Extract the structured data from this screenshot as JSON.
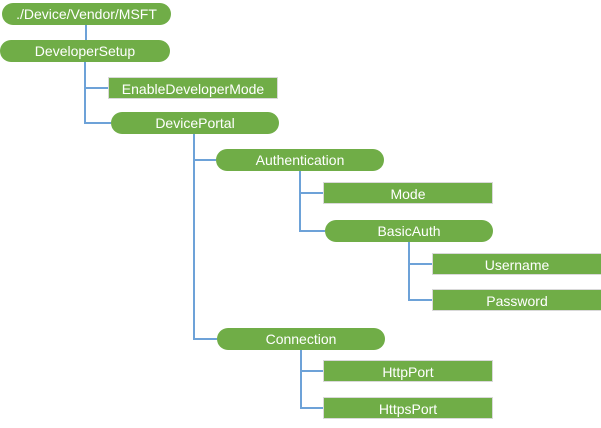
{
  "diagram": {
    "kind": "csp-configuration-tree",
    "colors": {
      "node_fill": "#70AD47",
      "node_text": "#FFFFFF",
      "leaf_border": "#D9D9D9",
      "connector": "#6DA2D8",
      "background": "#FFFFFF"
    },
    "tree": {
      "label": "./Device/Vendor/MSFT",
      "children": [
        {
          "label": "DeveloperSetup",
          "children": [
            {
              "label": "EnableDeveloperMode"
            },
            {
              "label": "DevicePortal",
              "children": [
                {
                  "label": "Authentication",
                  "children": [
                    {
                      "label": "Mode"
                    },
                    {
                      "label": "BasicAuth",
                      "children": [
                        {
                          "label": "Username"
                        },
                        {
                          "label": "Password"
                        }
                      ]
                    }
                  ]
                },
                {
                  "label": "Connection",
                  "children": [
                    {
                      "label": "HttpPort"
                    },
                    {
                      "label": "HttpsPort"
                    }
                  ]
                }
              ]
            }
          ]
        }
      ]
    }
  }
}
